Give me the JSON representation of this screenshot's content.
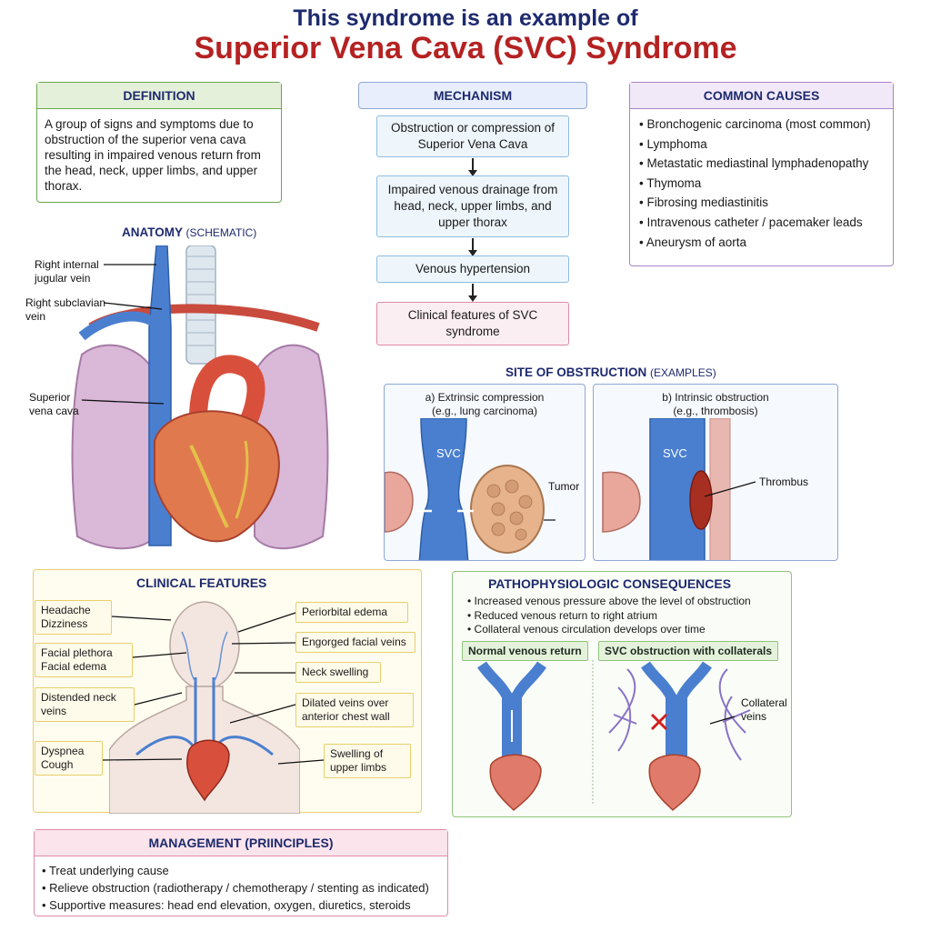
{
  "title": {
    "line1": "This syndrome is an example of",
    "line2": "Superior Vena Cava (SVC) Syndrome"
  },
  "definition": {
    "header": "DEFINITION",
    "text": "A group of signs and symptoms due to obstruction of the superior vena cava resulting in impaired venous return from the head, neck, upper limbs, and upper thorax."
  },
  "mechanism": {
    "header": "MECHANISM",
    "steps": [
      "Obstruction or compression of Superior Vena Cava",
      "Impaired venous drainage from head, neck, upper limbs, and upper thorax",
      "Venous hypertension",
      "Clinical features of SVC syndrome"
    ]
  },
  "causes": {
    "header": "COMMON CAUSES",
    "items": [
      "Bronchogenic carcinoma (most common)",
      "Lymphoma",
      "Metastatic mediastinal lymphadenopathy",
      "Thymoma",
      "Fibrosing mediastinitis",
      "Intravenous catheter / pacemaker leads",
      "Aneurysm of aorta"
    ]
  },
  "anatomy": {
    "title": "ANATOMY",
    "subtitle": "(SCHEMATIC)",
    "labels": [
      "Right internal jugular vein",
      "Right subclavian vein",
      "Superior vena cava"
    ]
  },
  "site": {
    "title": "SITE OF OBSTRUCTION",
    "subtitle": "(EXAMPLES)",
    "panel_a": {
      "caption1": "a) Extrinsic compression",
      "caption2": "(e.g., lung carcinoma)",
      "svc": "SVC",
      "label": "Tumor"
    },
    "panel_b": {
      "caption1": "b) Intrinsic obstruction",
      "caption2": "(e.g., thrombosis)",
      "svc": "SVC",
      "label": "Thrombus"
    }
  },
  "clinical": {
    "header": "CLINICAL FEATURES",
    "left": [
      [
        "Headache",
        "Dizziness"
      ],
      [
        "Facial plethora",
        "Facial edema"
      ],
      [
        "Distended neck veins"
      ],
      [
        "Dyspnea",
        "Cough"
      ]
    ],
    "right": [
      "Periorbital edema",
      "Engorged facial veins",
      "Neck swelling",
      "Dilated veins over anterior chest wall",
      "Swelling of upper limbs"
    ]
  },
  "patho": {
    "header": "PATHOPHYSIOLOGIC CONSEQUENCES",
    "items": [
      "Increased venous pressure above the level of obstruction",
      "Reduced venous return to right atrium",
      "Collateral venous circulation develops over time"
    ],
    "normal_tag": "Normal venous return",
    "svc_tag": "SVC obstruction with collaterals",
    "collateral_label": "Collateral veins"
  },
  "management": {
    "header": "MANAGEMENT (PRIINCIPLES)",
    "items": [
      "Treat underlying cause",
      "Relieve obstruction (radiotherapy / chemotherapy / stenting as indicated)",
      "Supportive measures: head end elevation, oxygen, diuretics, steroids"
    ]
  },
  "colors": {
    "navy": "#1e2a6e",
    "red": "#b52222",
    "vein": "#4a7fd0",
    "heart": "#d8503c"
  }
}
